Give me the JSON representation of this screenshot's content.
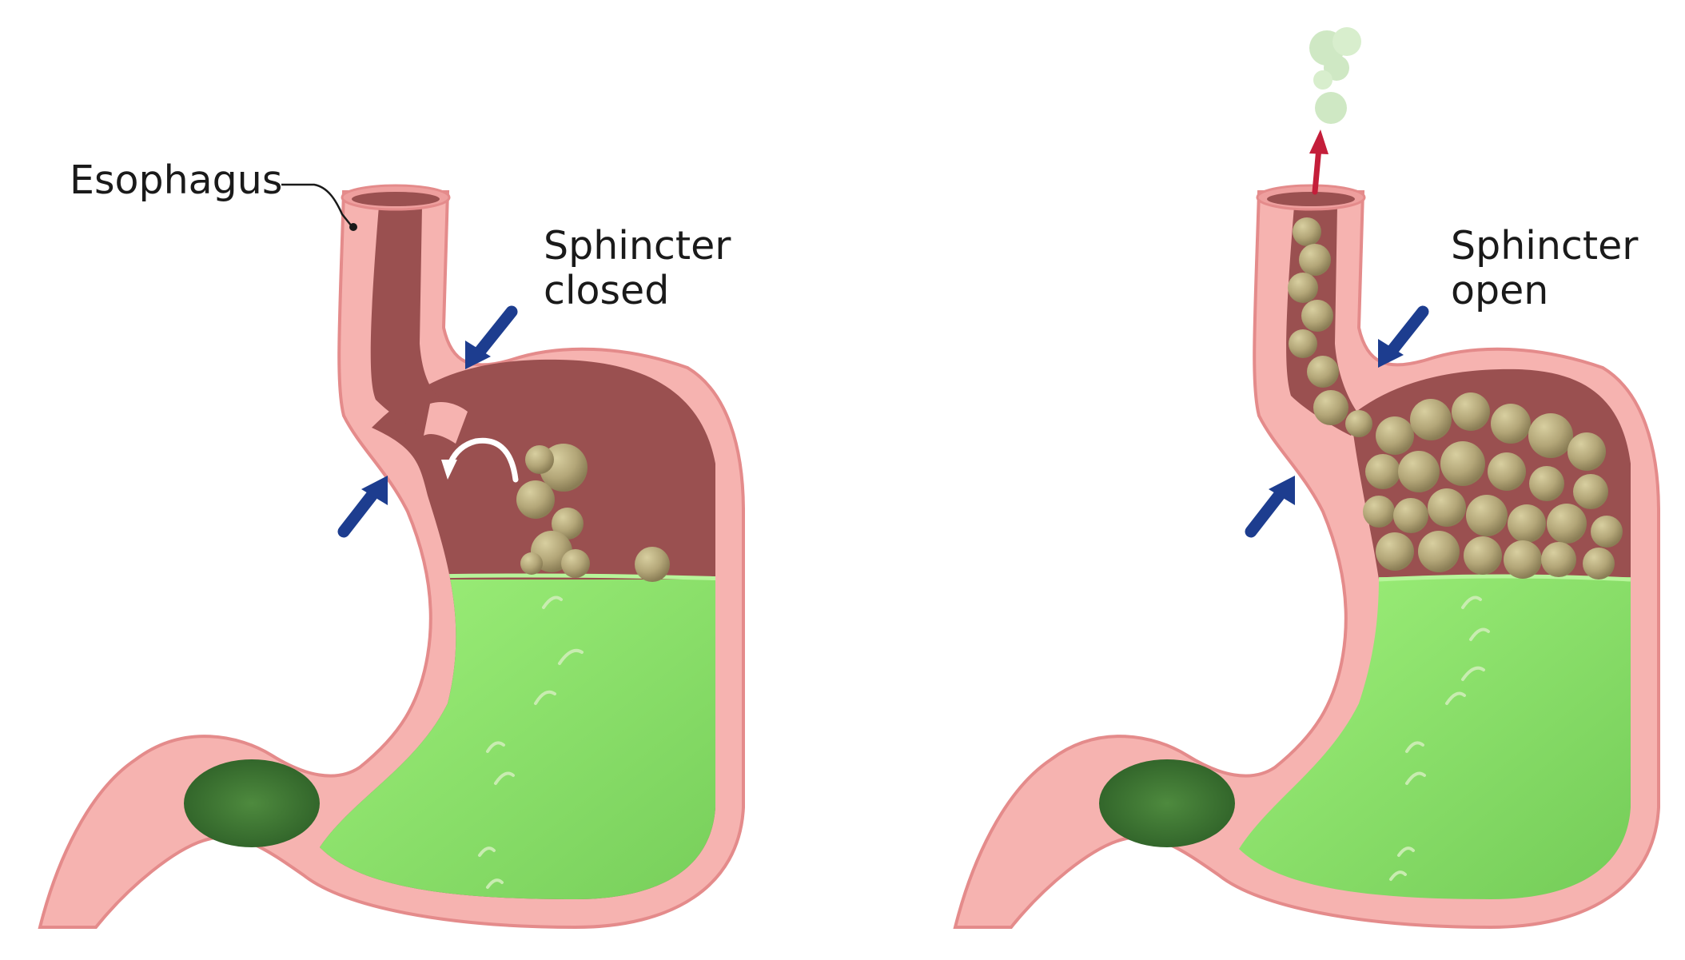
{
  "left_panel": {
    "esophagus_label": "Esophagus",
    "sphincter_line1": "Sphincter",
    "sphincter_line2": "closed"
  },
  "right_panel": {
    "sphincter_line1": "Sphincter",
    "sphincter_line2": "open"
  },
  "colors": {
    "tissue": "#f6b3b0",
    "tissue_edge": "#e98f8f",
    "cavity": "#9a5050",
    "acid": "#86df66",
    "gas": "#b3a678",
    "pressure_arrow": "#1d3d8f",
    "reflux_arrow": "#c41e3a"
  }
}
